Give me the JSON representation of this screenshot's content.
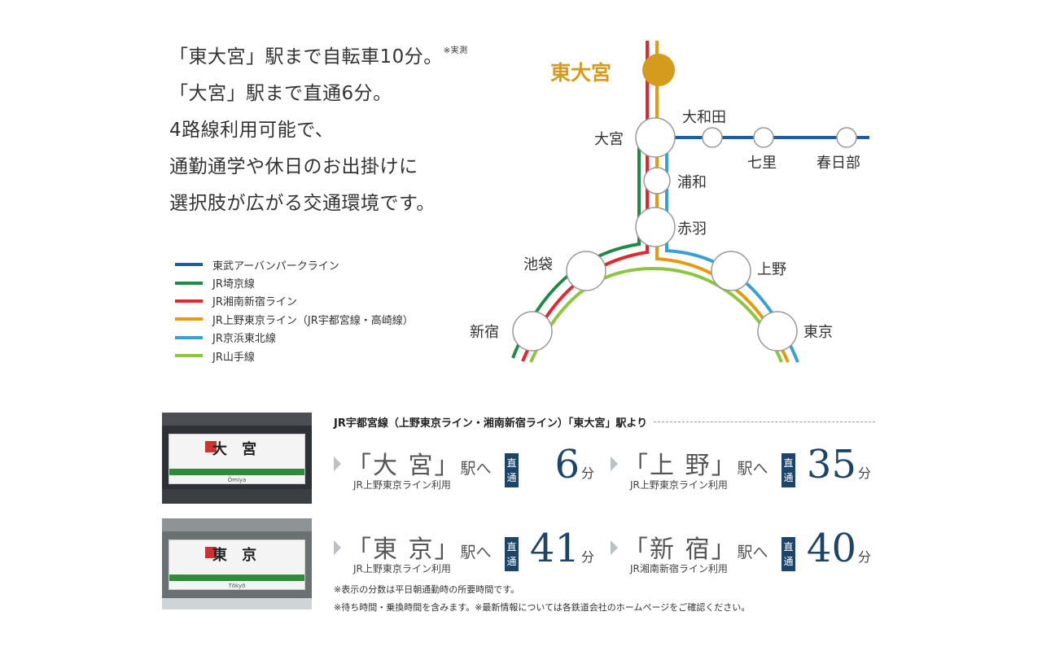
{
  "intro": {
    "line1": "「東大宮」駅まで自転車10分。",
    "line1_note": "※実測",
    "line2": "「大宮」駅まで直通6分。",
    "line3": "4路線利用可能で、",
    "line4": "通勤通学や休日のお出掛けに",
    "line5": "選択肢が広がる交通環境です。"
  },
  "legend": [
    {
      "label": "東武アーバンパークライン",
      "color": "#1a5ea6"
    },
    {
      "label": "JR埼京線",
      "color": "#1f8a48"
    },
    {
      "label": "JR湘南新宿ライン",
      "color": "#e1262d"
    },
    {
      "label": "JR上野東京ライン（JR宇都宮線・高崎線）",
      "color": "#e59a12"
    },
    {
      "label": "JR京浜東北線",
      "color": "#38a0d4"
    },
    {
      "label": "JR山手線",
      "color": "#8cc63f"
    }
  ],
  "map": {
    "stations": {
      "higashi_omiya": "東大宮",
      "omiya": "大宮",
      "owada": "大和田",
      "nanasato": "七里",
      "kasukabe": "春日部",
      "urawa": "浦和",
      "akabane": "赤羽",
      "ikebukuro": "池袋",
      "ueno": "上野",
      "shinjuku": "新宿",
      "tokyo": "東京"
    }
  },
  "photos": {
    "photo1": {
      "name": "大 宮",
      "roman": "Ōmiya"
    },
    "photo2": {
      "name": "東 京",
      "roman": "Tōkyō"
    }
  },
  "times": {
    "header": "JR宇都宮線（上野東京ライン・湘南新宿ライン）「東大宮」駅より",
    "direct_label": "直通",
    "unit": "分",
    "dest_suffix": "駅へ",
    "cards": [
      {
        "dest": "「大 宮」",
        "via": "JR上野東京ライン利用",
        "minutes": "6"
      },
      {
        "dest": "「上 野」",
        "via": "JR上野東京ライン利用",
        "minutes": "35"
      },
      {
        "dest": "「東 京」",
        "via": "JR上野東京ライン利用",
        "minutes": "41"
      },
      {
        "dest": "「新 宿」",
        "via": "JR湘南新宿ライン利用",
        "minutes": "40"
      }
    ]
  },
  "notes": {
    "note1": "※表示の分数は平日朝通勤時の所要時間です。",
    "note2": "※待ち時間・乗換時間を含みます。※最新情報については各鉄道会社のホームページをご確認ください。"
  }
}
